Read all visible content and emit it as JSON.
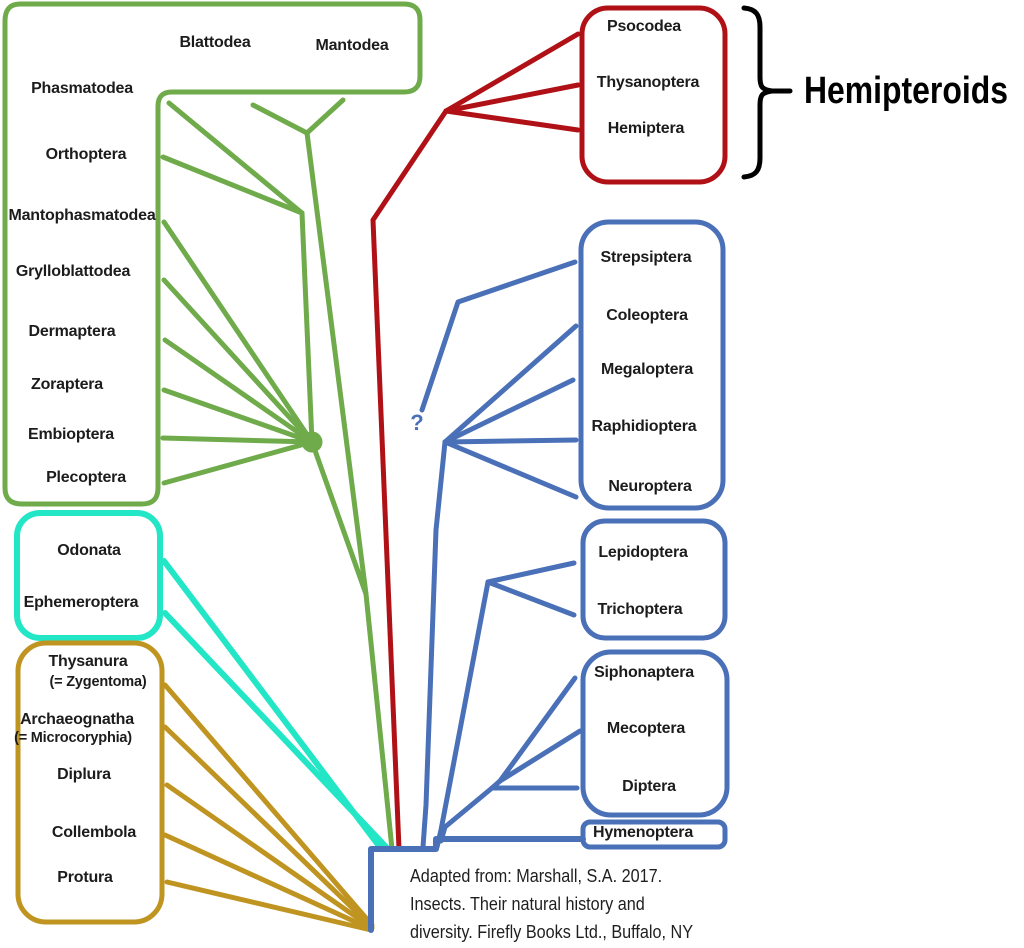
{
  "colors": {
    "polyneoptera_green": "#6faa4b",
    "hemipteroid_red": "#b01116",
    "holometabola_blue": "#4a70b8",
    "palaeoptera_cyan": "#22e6c5",
    "apterygote_gold": "#bf9420",
    "bracket_black": "#000000",
    "text": "#1c1c1c"
  },
  "tree": {
    "polyneoptera": {
      "taxa": [
        "Blattodea",
        "Mantodea",
        "Phasmatodea",
        "Orthoptera",
        "Mantophasmatodea",
        "Grylloblattodea",
        "Dermaptera",
        "Zoraptera",
        "Embioptera",
        "Plecoptera"
      ]
    },
    "hemipteroid_group": {
      "bracket_label": "Hemipteroids",
      "taxa": [
        "Psocodea",
        "Thysanoptera",
        "Hemiptera"
      ]
    },
    "neuropteroid_group": {
      "uncertainty_marker": "?",
      "taxa": [
        "Strepsiptera",
        "Coleoptera",
        "Megaloptera",
        "Raphidioptera",
        "Neuroptera"
      ]
    },
    "amphiesmenoptera": {
      "taxa": [
        "Lepidoptera",
        "Trichoptera"
      ]
    },
    "antliophora": {
      "taxa": [
        "Siphonaptera",
        "Mecoptera",
        "Diptera"
      ]
    },
    "hymenoptera_group": {
      "taxa": [
        "Hymenoptera"
      ]
    },
    "palaeoptera": {
      "taxa": [
        "Odonata",
        "Ephemeroptera"
      ]
    },
    "non_pterygote": {
      "taxa": [
        "Thysanura",
        "(= Zygentoma)",
        "Archaeognatha",
        "(= Microcoryphia)",
        "Diplura",
        "Collembola",
        "Protura"
      ]
    }
  },
  "caption": {
    "lines": [
      "Adapted from: Marshall, S.A. 2017.",
      "Insects. Their natural history and",
      "diversity. Firefly Books Ltd., Buffalo, NY"
    ]
  }
}
